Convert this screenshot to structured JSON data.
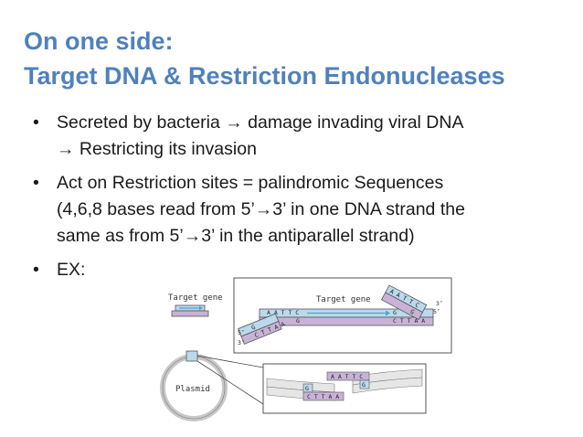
{
  "slide": {
    "title_line1": "On one side:",
    "title_line2": "Target DNA & Restriction Endonucleases",
    "bullets": [
      {
        "lines": [
          "Secreted by bacteria → damage invading viral DNA",
          "→ Restricting its invasion"
        ]
      },
      {
        "lines": [
          "Act on Restriction sites = palindromic Sequences",
          "(4,6,8 bases read from 5’→3’ in one DNA strand the",
          "same as from 5’→3’ in the antiparallel strand)"
        ]
      },
      {
        "lines": [
          "EX:"
        ]
      }
    ]
  },
  "figure": {
    "target_gene_small": "Target gene",
    "target_gene_large": "Target gene",
    "plasmid_label": "Plasmid",
    "seq_top": "A A T T C",
    "seq_g": "G",
    "seq_bottom": "C T T A A",
    "five_prime": "5’",
    "three_prime": "3’",
    "colors": {
      "dna_blue": "#bcd9ec",
      "dna_purple": "#c8b3d6",
      "arrow_blue": "#4aa3df",
      "outline": "#555555"
    }
  }
}
